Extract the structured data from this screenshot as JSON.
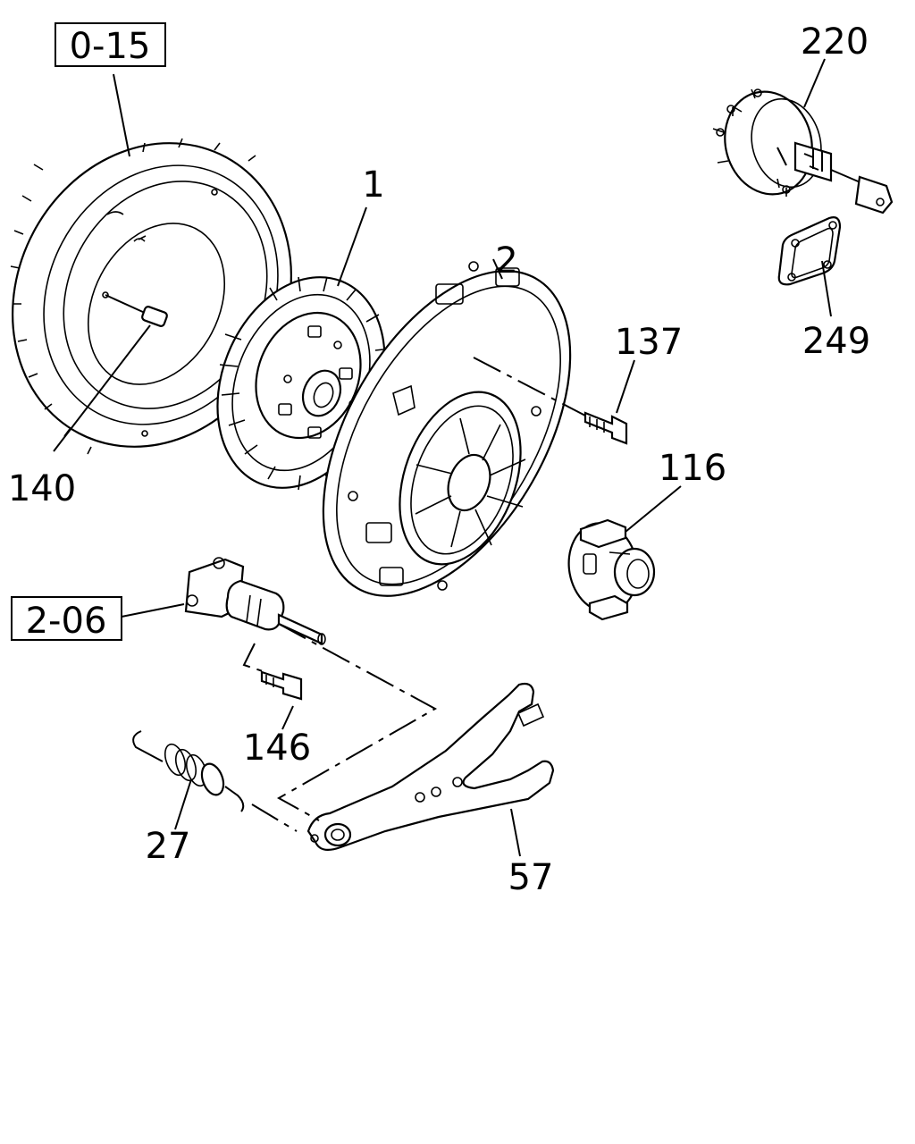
{
  "refs": {
    "flywheel": "0-15",
    "slave_cylinder": "2-06"
  },
  "callouts": {
    "disc": "1",
    "pressure_plate": "2",
    "bolt_137": "137",
    "bearing": "116",
    "pin": "140",
    "bolt_146": "146",
    "spring": "27",
    "fork": "57",
    "booster": "220",
    "gasket": "249"
  }
}
